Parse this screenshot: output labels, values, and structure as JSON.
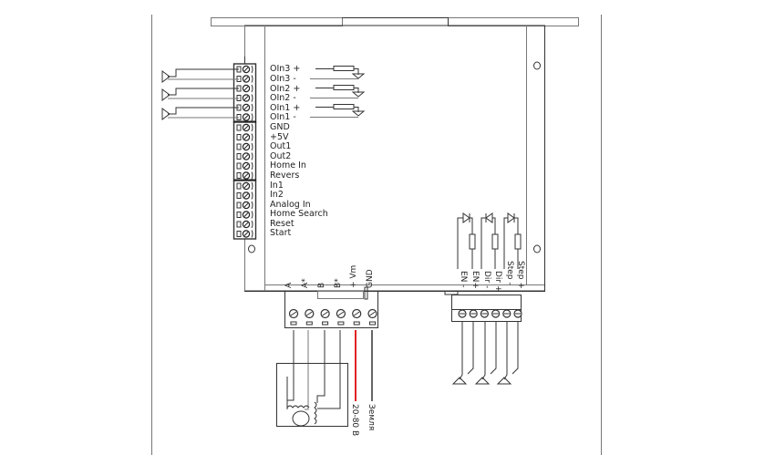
{
  "diagram": {
    "title": "Stepper driver wiring diagram",
    "colors": {
      "line": "#333333",
      "supply_wire": "#e02020",
      "ground_wire": "#333333",
      "background": "#ffffff"
    },
    "left_terminals": {
      "group_outputs": [
        "OIn3 +",
        "OIn3 -",
        "OIn2 +",
        "OIn2 -",
        "OIn1 +",
        "OIn1 -"
      ],
      "group_io": [
        "GND",
        "+5V",
        "Out1",
        "Out2",
        "Home In",
        "Revers"
      ],
      "group_inputs": [
        "In1",
        "In2",
        "Analog In",
        "Home Search",
        "Reset",
        "Start"
      ]
    },
    "bottom_terminals": {
      "labels": [
        "A",
        "A*",
        "B",
        "B*",
        "+ Vm",
        "GND"
      ]
    },
    "control_terminals": {
      "labels": [
        "EN -",
        "EN+",
        "Dir -",
        "Dir +",
        "Step -",
        "Step +"
      ]
    },
    "wire_labels": {
      "supply": "20-80 В",
      "ground": "Земля"
    },
    "icons": [
      "optocoupler-icon",
      "resistor-icon",
      "motor-icon",
      "coil-icon",
      "ground-symbol-icon",
      "mounting-hole-icon"
    ]
  }
}
